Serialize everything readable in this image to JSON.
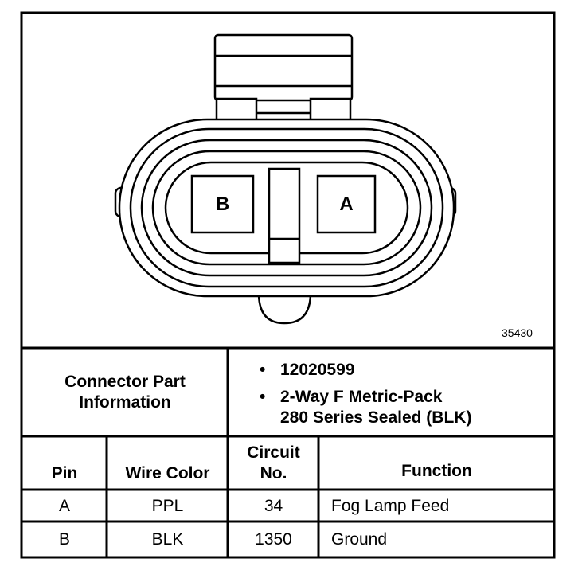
{
  "figure_number": "35430",
  "connector": {
    "pins": [
      {
        "label": "B"
      },
      {
        "label": "A"
      }
    ]
  },
  "part_info": {
    "label_line1": "Connector Part",
    "label_line2": "Information",
    "part_number": "12020599",
    "description_line1": "2-Way F Metric-Pack",
    "description_line2": "280 Series Sealed (BLK)",
    "bullet": "•"
  },
  "table": {
    "headers": {
      "pin": "Pin",
      "wire_color": "Wire Color",
      "circuit_line1": "Circuit",
      "circuit_line2": "No.",
      "function": "Function"
    },
    "rows": [
      {
        "pin": "A",
        "wire_color": "PPL",
        "circuit": "34",
        "function": "Fog Lamp Feed"
      },
      {
        "pin": "B",
        "wire_color": "BLK",
        "circuit": "1350",
        "function": "Ground"
      }
    ]
  }
}
